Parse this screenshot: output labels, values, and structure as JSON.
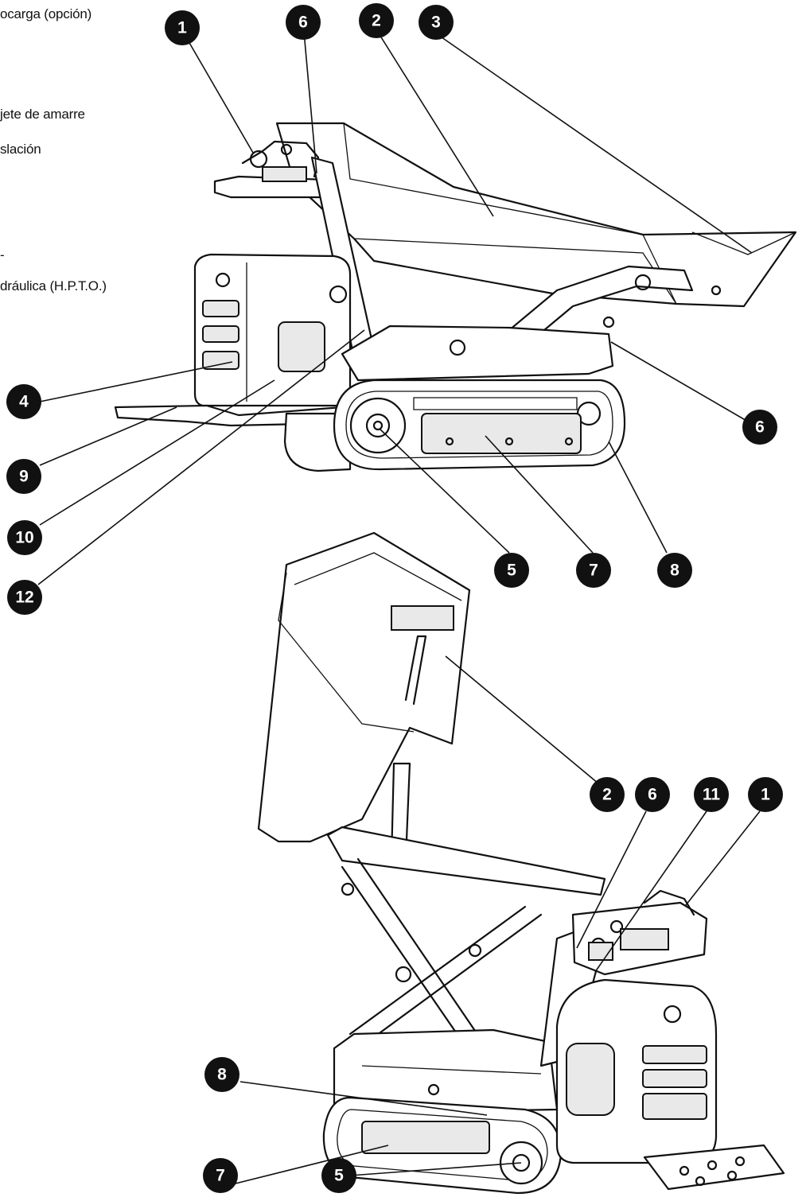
{
  "legend_fragments": [
    "ocarga (opción)",
    "jete de amarre",
    "slación",
    "dráulica (H.P.T.O.)"
  ],
  "callouts_top": [
    "1",
    "6",
    "2",
    "3",
    "6",
    "4",
    "9",
    "10",
    "12",
    "5",
    "7",
    "8"
  ],
  "callouts_bottom": [
    "2",
    "6",
    "11",
    "1",
    "8",
    "7",
    "5"
  ],
  "badge_color": "#111111"
}
